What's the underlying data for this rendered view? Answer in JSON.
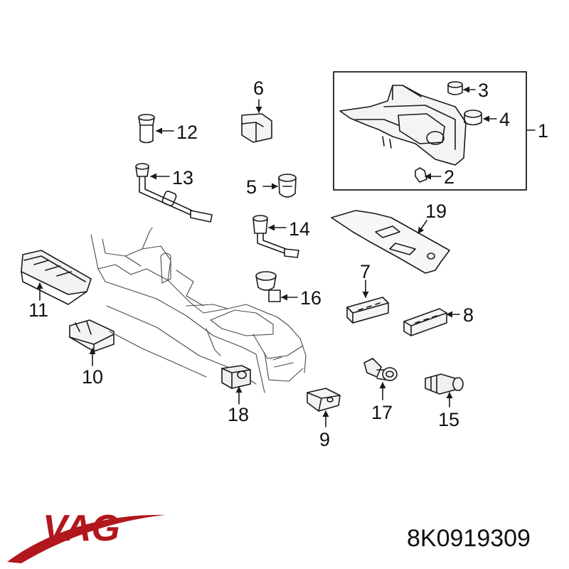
{
  "diagram": {
    "callouts": {
      "c1": "1",
      "c2": "2",
      "c3": "3",
      "c4": "4",
      "c5": "5",
      "c6": "6",
      "c7": "7",
      "c8": "8",
      "c9": "9",
      "c10": "10",
      "c11": "11",
      "c12": "12",
      "c13": "13",
      "c14": "14",
      "c15": "15",
      "c16": "16",
      "c17": "17",
      "c18": "18",
      "c19": "19"
    }
  },
  "footer": {
    "brand": "VAG",
    "part_number": "8K0919309"
  },
  "colors": {
    "line": "#1a1a1a",
    "brand": "#b1171d"
  }
}
